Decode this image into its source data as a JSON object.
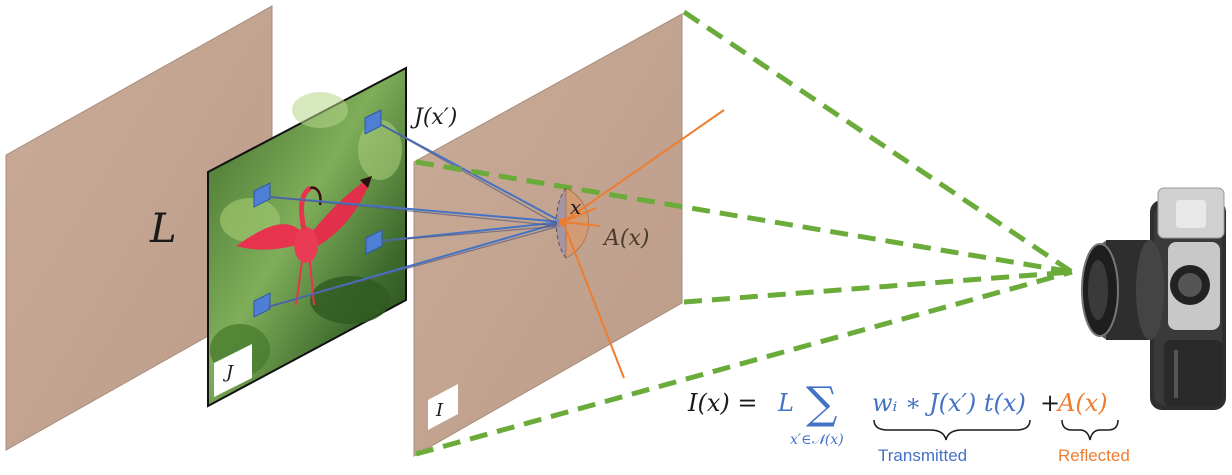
{
  "labels": {
    "plane_L": "L",
    "plane_J": "J",
    "plane_I": "I",
    "patch_label": "J(x′)",
    "point_label": "x",
    "airlight_label": "A(x)"
  },
  "equation": {
    "lhs": "I(x) = ",
    "L": "L",
    "sum_symbol": "∑",
    "sum_subscript": "x′∈𝒩(x)",
    "transmitted_term": "wᵢ ∗ J(x′) t(x)",
    "plus": "+",
    "reflected_term": "A(x)",
    "transmitted_caption": "Transmitted",
    "reflected_caption": "Reflected"
  },
  "colors": {
    "plane": "#c3a592",
    "green_dashed": "#6aab3a",
    "blue": "#4472c4",
    "orange": "#ed7d31",
    "patch": "#4f7fd4",
    "text_dark": "#1a1a1a",
    "camera_body": "#3a3a3a"
  }
}
